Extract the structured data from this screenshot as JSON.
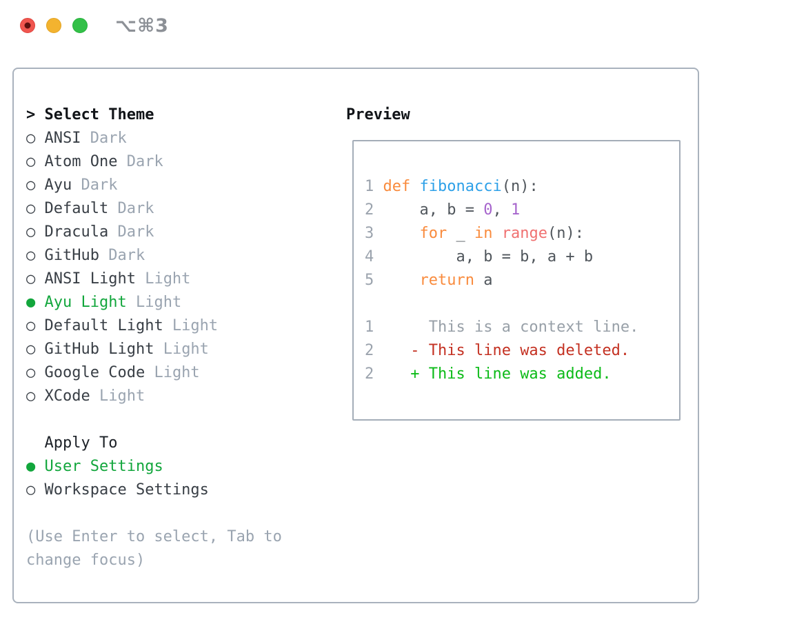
{
  "window": {
    "title": "⌥⌘3",
    "controls": [
      {
        "name": "close",
        "color": "#f0564f",
        "has_inner_dot": true,
        "dot_color": "#5e100e"
      },
      {
        "name": "minimize",
        "color": "#f3b32f",
        "has_inner_dot": false
      },
      {
        "name": "zoom",
        "color": "#33c048",
        "has_inner_dot": false
      }
    ]
  },
  "glyphs": {
    "header_marker": "> ",
    "selected_marker": "● ",
    "unselected_marker": "○ "
  },
  "theme_picker": {
    "header": "Select Theme",
    "items": [
      {
        "name": "ANSI",
        "variant": "Dark",
        "selected": false
      },
      {
        "name": "Atom One",
        "variant": "Dark",
        "selected": false
      },
      {
        "name": "Ayu",
        "variant": "Dark",
        "selected": false
      },
      {
        "name": "Default",
        "variant": "Dark",
        "selected": false
      },
      {
        "name": "Dracula",
        "variant": "Dark",
        "selected": false
      },
      {
        "name": "GitHub",
        "variant": "Dark",
        "selected": false
      },
      {
        "name": "ANSI Light",
        "variant": "Light",
        "selected": false
      },
      {
        "name": "Ayu Light",
        "variant": "Light",
        "selected": true
      },
      {
        "name": "Default Light",
        "variant": "Light",
        "selected": false
      },
      {
        "name": "GitHub Light",
        "variant": "Light",
        "selected": false
      },
      {
        "name": "Google Code",
        "variant": "Light",
        "selected": false
      },
      {
        "name": "XCode",
        "variant": "Light",
        "selected": false
      }
    ],
    "apply_to": {
      "header": "Apply To",
      "options": [
        {
          "name": "User Settings",
          "selected": true
        },
        {
          "name": "Workspace Settings",
          "selected": false
        }
      ]
    },
    "hint": "(Use Enter to select, Tab to change focus)"
  },
  "preview": {
    "header": "Preview",
    "lines": [
      [],
      [
        {
          "t": "1 ",
          "c": "ln"
        },
        {
          "t": "def ",
          "c": "kw"
        },
        {
          "t": "fibonacci",
          "c": "fn"
        },
        {
          "t": "(n):",
          "c": "pl"
        }
      ],
      [
        {
          "t": "2 ",
          "c": "ln"
        },
        {
          "t": "    a, b = ",
          "c": "pl"
        },
        {
          "t": "0",
          "c": "num"
        },
        {
          "t": ", ",
          "c": "pl"
        },
        {
          "t": "1",
          "c": "num"
        }
      ],
      [
        {
          "t": "3 ",
          "c": "ln"
        },
        {
          "t": "    ",
          "c": "pl"
        },
        {
          "t": "for",
          "c": "kw"
        },
        {
          "t": " _ ",
          "c": "pl"
        },
        {
          "t": "in",
          "c": "kw"
        },
        {
          "t": " ",
          "c": "pl"
        },
        {
          "t": "range",
          "c": "bi"
        },
        {
          "t": "(n):",
          "c": "pl"
        }
      ],
      [
        {
          "t": "4 ",
          "c": "ln"
        },
        {
          "t": "        a, b = b, a + b",
          "c": "pl"
        }
      ],
      [
        {
          "t": "5 ",
          "c": "ln"
        },
        {
          "t": "    ",
          "c": "pl"
        },
        {
          "t": "return",
          "c": "kw"
        },
        {
          "t": " a",
          "c": "pl"
        }
      ],
      [],
      [
        {
          "t": "1 ",
          "c": "ln"
        },
        {
          "t": "     This is a context line.",
          "c": "ctx"
        }
      ],
      [
        {
          "t": "2 ",
          "c": "ln"
        },
        {
          "t": "   ",
          "c": "pl"
        },
        {
          "t": "- This line was deleted.",
          "c": "del"
        }
      ],
      [
        {
          "t": "2 ",
          "c": "ln"
        },
        {
          "t": "   ",
          "c": "pl"
        },
        {
          "t": "+ This line was added.",
          "c": "add"
        }
      ]
    ]
  },
  "colors": {
    "selected_green": "#12a63c",
    "item_text": "#383e45",
    "variant_gray": "#9aa4b0",
    "hint_gray": "#9aa4b0",
    "header_black": "#111418",
    "panel_border": "#a9b2bd",
    "line_number_gray": "#9ba3ad",
    "keyword_orange": "#f98b3d",
    "function_blue": "#2da0e8",
    "number_purple": "#a664cc",
    "builtin_coral": "#f07171",
    "code_text": "#50565c",
    "context_gray": "#98a0a8",
    "diff_red": "#c43122",
    "diff_green": "#0cbb18",
    "window_title_gray": "#8c9096"
  }
}
